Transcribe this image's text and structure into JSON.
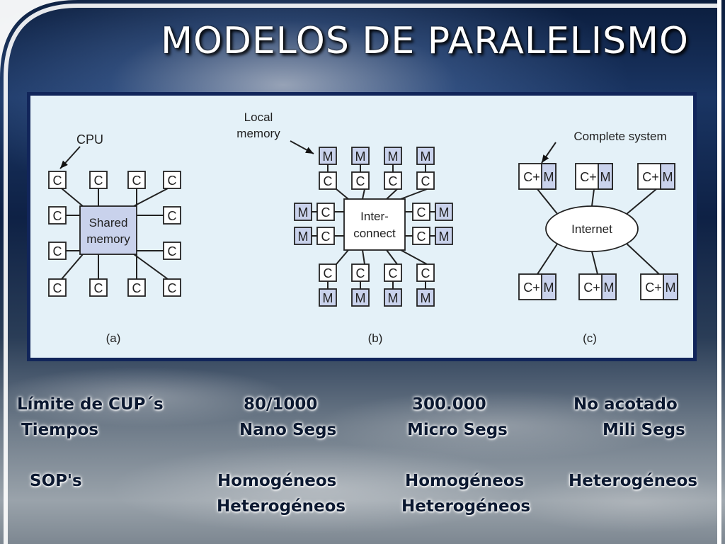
{
  "slide": {
    "title": "MODELOS DE PARALELISMO"
  },
  "diagram": {
    "labels": {
      "cpu": "CPU",
      "shared_1": "Shared",
      "shared_2": "memory",
      "local_1": "Local",
      "local_2": "memory",
      "inter_1": "Inter-",
      "inter_2": "connect",
      "complete_system": "Complete system",
      "internet": "Internet",
      "cpu_node": "C",
      "mem_node": "M",
      "cm_node": "C+M",
      "caption_a": "(a)",
      "caption_b": "(b)",
      "caption_c": "(c)"
    },
    "colors": {
      "fill": "#c9d2ec",
      "stroke": "#222222",
      "panel": "#e4f1f8",
      "panel_border": "#11255a"
    }
  },
  "table": {
    "row1": {
      "label": "Límite  de CUP´s",
      "a": "80/1000",
      "b": "300.000",
      "c": "No acotado"
    },
    "row2": {
      "label": "Tiempos",
      "a": "Nano Segs",
      "b": "Micro Segs",
      "c": "Mili Segs"
    },
    "row3": {
      "label": "SOP's",
      "a": "Homogéneos",
      "b": "Homogéneos",
      "c": "Heterogéneos"
    },
    "row4": {
      "a": "Heterogéneos",
      "b": "Heterogéneos"
    }
  }
}
